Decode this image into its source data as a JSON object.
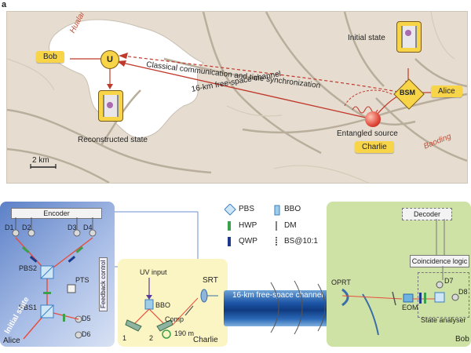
{
  "panel_a": {
    "letter": "a",
    "places": {
      "northwest": "Hualai",
      "southeast": "Baoding"
    },
    "nodes": {
      "bob": "Bob",
      "alice": "Alice",
      "charlie": "Charlie",
      "u_node": "U",
      "bsm": "BSM"
    },
    "labels": {
      "initial_state": "Initial state",
      "reconstructed_state": "Reconstructed state",
      "entangled_source": "Entangled source",
      "classical": "Classical communication and time synchronization",
      "free_space": "16-km free-space channel",
      "scale": "2 km"
    },
    "colors": {
      "tag": "#f7d448",
      "path_red": "#c0392b",
      "map_bg": "#e6ddd0"
    }
  },
  "panel_b": {
    "alice": {
      "title": "Alice",
      "encoder": "Encoder",
      "detectors": [
        "D1",
        "D2",
        "D3",
        "D4",
        "D5",
        "D6"
      ],
      "pbs1": "PBS1",
      "pbs2": "PBS2",
      "pts": "PTS",
      "initial_state": "Initial state",
      "feedback": "Feedback control"
    },
    "charlie": {
      "title": "Charlie",
      "uv_input": "UV input",
      "bbo": "BBO",
      "comp": "Comp",
      "fiber": "190 m",
      "port1": "1",
      "port2": "2",
      "srt": "SRT"
    },
    "channel": "16-km free-space channel",
    "bob": {
      "title": "Bob",
      "decoder": "Decoder",
      "coincidence": "Coincidence logic",
      "oprt": "OPRT",
      "eom": "EOM",
      "d7": "D7",
      "d8": "D8",
      "analyser": "State analyser"
    },
    "legend": [
      {
        "label": "PBS",
        "icon": "pbs-cube-icon"
      },
      {
        "label": "HWP",
        "icon": "hwp-plate-icon"
      },
      {
        "label": "QWP",
        "icon": "qwp-plate-icon"
      },
      {
        "label": "BBO",
        "icon": "bbo-crystal-icon"
      },
      {
        "label": "DM",
        "icon": "dm-mirror-icon"
      },
      {
        "label": "BS@10:1",
        "icon": "beam-splitter-icon"
      }
    ],
    "colors": {
      "alice_bg": "#7d9bd6",
      "bob_bg": "#cfe2a6",
      "charlie_bg": "#fbf4c3",
      "channel": "#1d56a8"
    }
  }
}
